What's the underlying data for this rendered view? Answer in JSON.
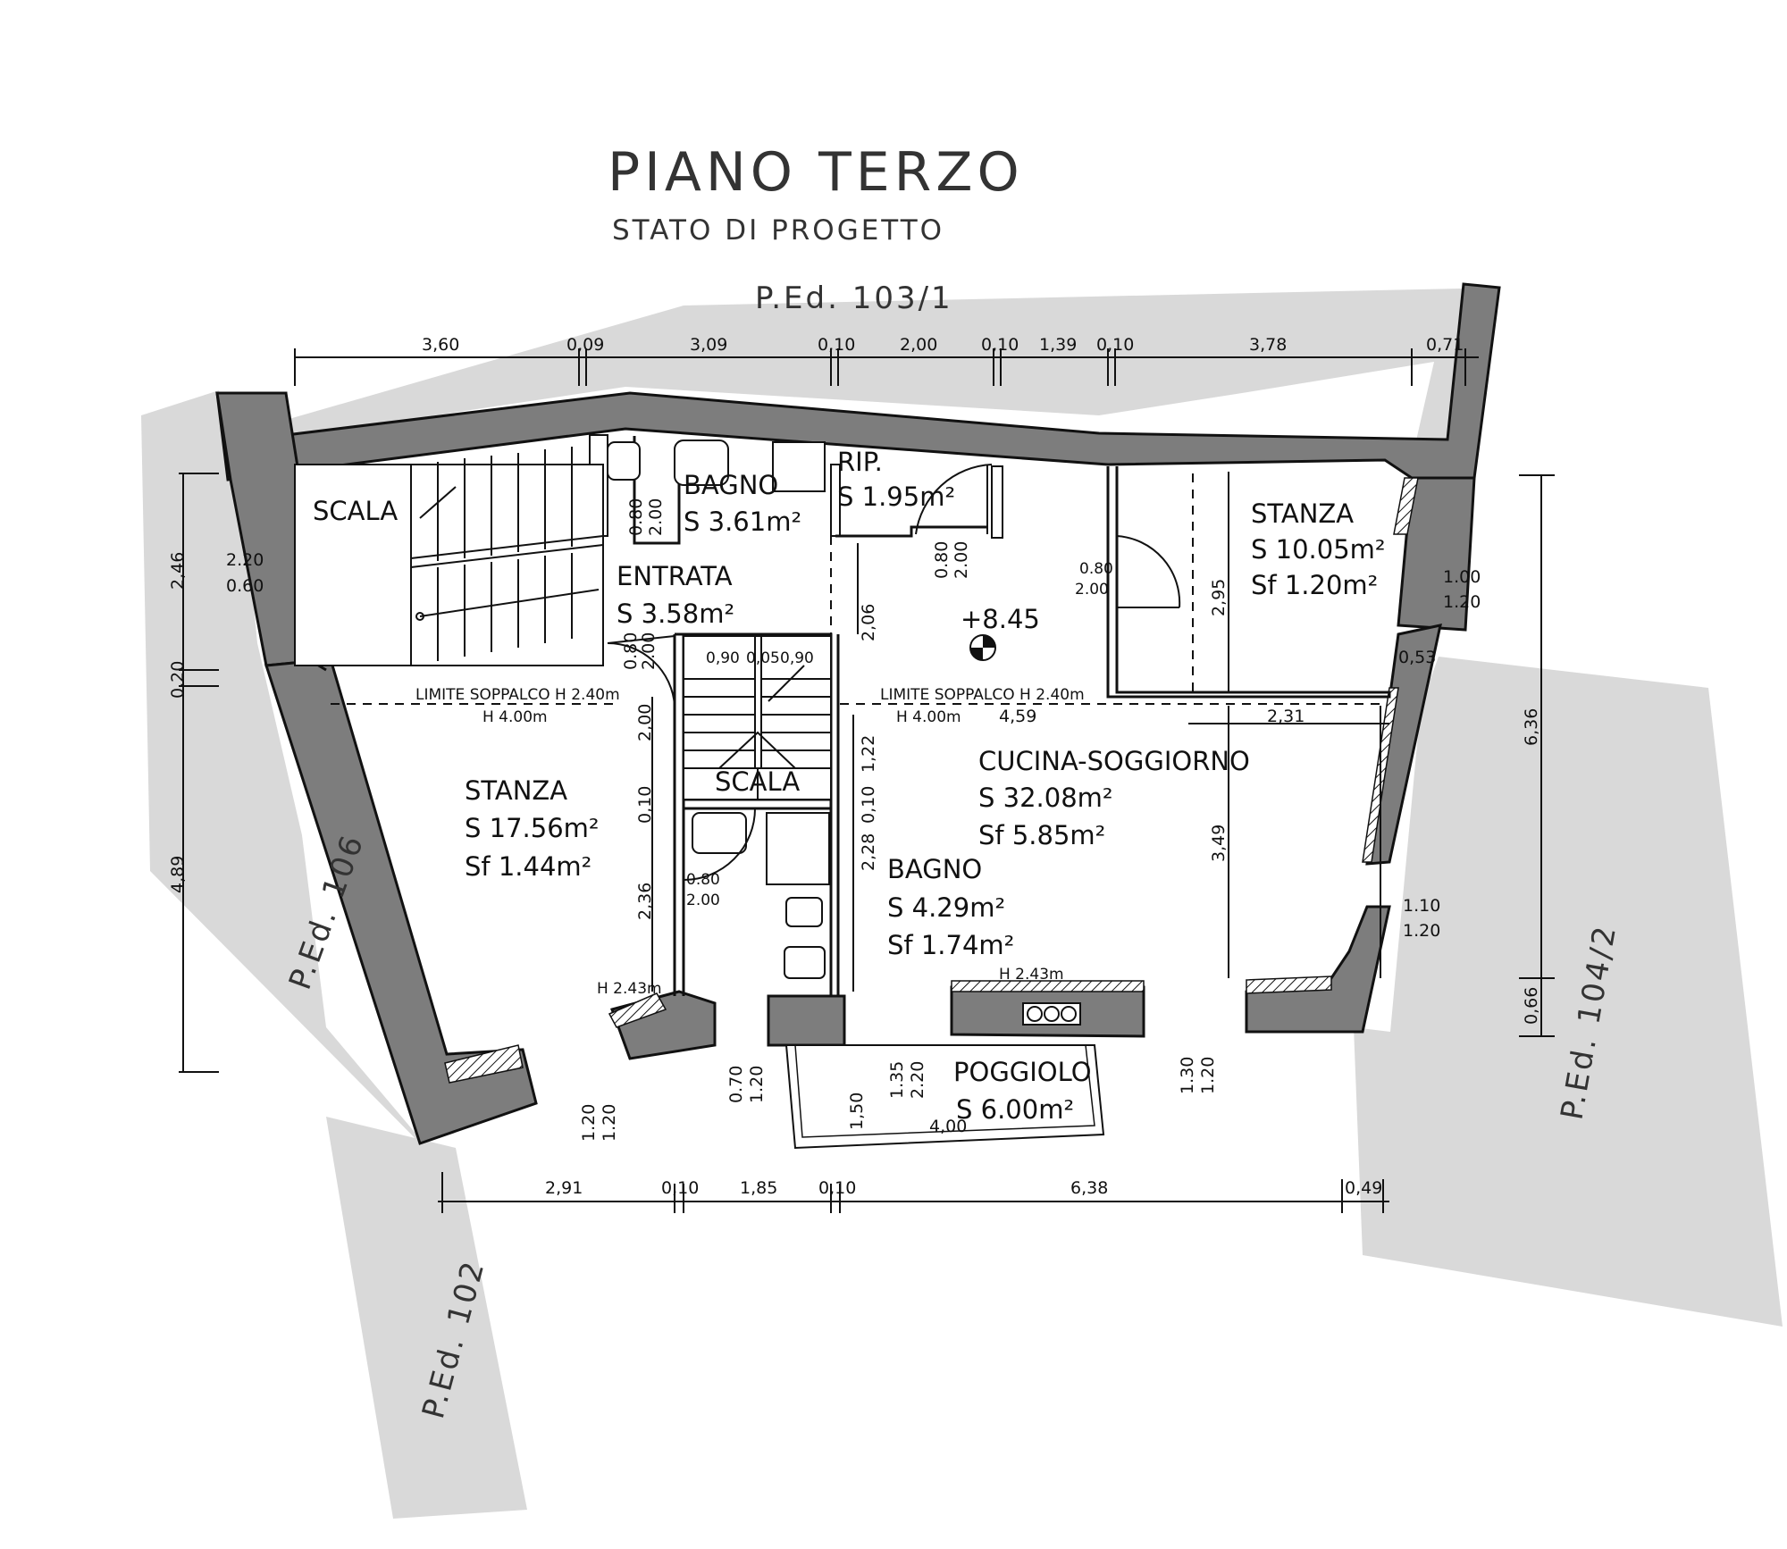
{
  "title": "PIANO TERZO",
  "subtitle": "STATO DI PROGETTO",
  "plots": {
    "top": "P.Ed. 103/1",
    "left": "P.Ed. 106",
    "bottom_left": "P.Ed. 102",
    "right": "P.Ed. 104/2"
  },
  "rooms": {
    "scala_top": "SCALA",
    "bagno_top_name": "BAGNO",
    "bagno_top_s": "S 3.61m²",
    "rip_name": "RIP.",
    "rip_s": "S 1.95m²",
    "stanza_right_name": "STANZA",
    "stanza_right_s": "S 10.05m²",
    "stanza_right_sf": "Sf 1.20m²",
    "entrata_name": "ENTRATA",
    "entrata_s": "S 3.58m²",
    "level": "+8.45",
    "stanza_left_name": "STANZA",
    "stanza_left_s": "S 17.56m²",
    "stanza_left_sf": "Sf 1.44m²",
    "scala_mid": "SCALA",
    "cucina_name": "CUCINA-SOGGIORNO",
    "cucina_s": "S 32.08m²",
    "cucina_sf": "Sf 5.85m²",
    "bagno_mid_name": "BAGNO",
    "bagno_mid_s": "S 4.29m²",
    "bagno_mid_sf": "Sf 1.74m²",
    "poggiolo_name": "POGGIOLO",
    "poggiolo_s": "S 6.00m²"
  },
  "notes": {
    "limite_left": "LIMITE SOPPALCO H 2.40m",
    "h400_left": "H 4.00m",
    "limite_right": "LIMITE SOPPALCO H 2.40m",
    "h400_right": "H 4.00m",
    "h243_left": "H 2.43m",
    "h243_right": "H 2.43m"
  },
  "top_dims": [
    "3,60",
    "0,09",
    "3,09",
    "0,10",
    "2,00",
    "0,10",
    "1,39",
    "0,10",
    "3,78",
    "0,71"
  ],
  "bottom_dims": [
    "2,91",
    "0,10",
    "1,85",
    "0,10",
    "6,38",
    "0,49"
  ],
  "left_dims": [
    "2,46",
    "0,20",
    "4,89"
  ],
  "right_dims": [
    "6,36",
    "0,66"
  ],
  "inner_dims": {
    "d_206": "2,06",
    "d_295": "2,95",
    "d_459": "4,59",
    "d_231": "2,31",
    "d_122": "1,22",
    "d_349": "3,49",
    "d_200": "2,00",
    "d_010a": "0,10",
    "d_010b": "0,10",
    "d_236": "2,36",
    "d_228": "2,28",
    "d_053": "0,53",
    "d_400": "4,00",
    "d_150": "1,50",
    "stair_a": "0,90",
    "stair_b": "0,05",
    "stair_c": "0,90"
  },
  "openings": {
    "o1_top": "0.80",
    "o1_bot": "2.00",
    "o2_top": "0.80",
    "o2_bot": "2.00",
    "o3_top": "0.80",
    "o3_bot": "2.00",
    "o4_top": "0.80",
    "o4_bot": "2.00",
    "o5_top": "0.80",
    "o5_bot": "2.00",
    "w_left_top": "2.20",
    "w_left_bot": "0.60",
    "w_r1_top": "1.00",
    "w_r1_bot": "1.20",
    "w_r2_top": "1.10",
    "w_r2_bot": "1.20",
    "w_b1_top": "1.20",
    "w_b1_bot": "1.20",
    "w_b2_top": "0.70",
    "w_b2_bot": "1.20",
    "w_b3_top": "1.35",
    "w_b3_bot": "2.20",
    "w_b4_top": "1.30",
    "w_b4_bot": "1.20"
  }
}
